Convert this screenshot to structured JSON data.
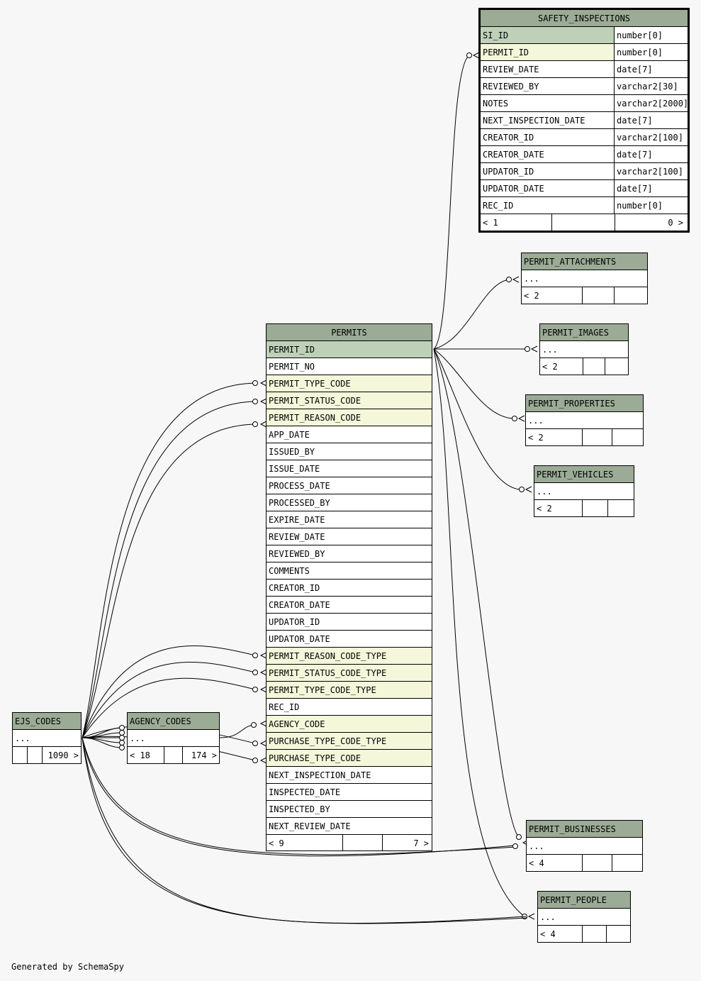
{
  "footer": "Generated by SchemaSpy",
  "safety_inspections": {
    "name": "SAFETY_INSPECTIONS",
    "columns": [
      {
        "name": "SI_ID",
        "type": "number[0]"
      },
      {
        "name": "PERMIT_ID",
        "type": "number[0]"
      },
      {
        "name": "REVIEW_DATE",
        "type": "date[7]"
      },
      {
        "name": "REVIEWED_BY",
        "type": "varchar2[30]"
      },
      {
        "name": "NOTES",
        "type": "varchar2[2000]"
      },
      {
        "name": "NEXT_INSPECTION_DATE",
        "type": "date[7]"
      },
      {
        "name": "CREATOR_ID",
        "type": "varchar2[100]"
      },
      {
        "name": "CREATOR_DATE",
        "type": "date[7]"
      },
      {
        "name": "UPDATOR_ID",
        "type": "varchar2[100]"
      },
      {
        "name": "UPDATOR_DATE",
        "type": "date[7]"
      },
      {
        "name": "REC_ID",
        "type": "number[0]"
      }
    ],
    "parents": "< 1",
    "children": "0 >"
  },
  "permits": {
    "name": "PERMITS",
    "columns": [
      "PERMIT_ID",
      "PERMIT_NO",
      "PERMIT_TYPE_CODE",
      "PERMIT_STATUS_CODE",
      "PERMIT_REASON_CODE",
      "APP_DATE",
      "ISSUED_BY",
      "ISSUE_DATE",
      "PROCESS_DATE",
      "PROCESSED_BY",
      "EXPIRE_DATE",
      "REVIEW_DATE",
      "REVIEWED_BY",
      "COMMENTS",
      "CREATOR_ID",
      "CREATOR_DATE",
      "UPDATOR_ID",
      "UPDATOR_DATE",
      "PERMIT_REASON_CODE_TYPE",
      "PERMIT_STATUS_CODE_TYPE",
      "PERMIT_TYPE_CODE_TYPE",
      "REC_ID",
      "AGENCY_CODE",
      "PURCHASE_TYPE_CODE_TYPE",
      "PURCHASE_TYPE_CODE",
      "NEXT_INSPECTION_DATE",
      "INSPECTED_DATE",
      "INSPECTED_BY",
      "NEXT_REVIEW_DATE"
    ],
    "parents": "< 9",
    "children": "7 >"
  },
  "permit_attachments": {
    "name": "PERMIT_ATTACHMENTS",
    "ellipsis": "...",
    "parents": "< 2"
  },
  "permit_images": {
    "name": "PERMIT_IMAGES",
    "ellipsis": "...",
    "parents": "< 2"
  },
  "permit_properties": {
    "name": "PERMIT_PROPERTIES",
    "ellipsis": "...",
    "parents": "< 2"
  },
  "permit_vehicles": {
    "name": "PERMIT_VEHICLES",
    "ellipsis": "...",
    "parents": "< 2"
  },
  "permit_businesses": {
    "name": "PERMIT_BUSINESSES",
    "ellipsis": "...",
    "parents": "< 4"
  },
  "permit_people": {
    "name": "PERMIT_PEOPLE",
    "ellipsis": "...",
    "parents": "< 4"
  },
  "ejs_codes": {
    "name": "EJS_CODES",
    "ellipsis": "...",
    "children": "1090 >"
  },
  "agency_codes": {
    "name": "AGENCY_CODES",
    "ellipsis": "...",
    "parents": "< 18",
    "children": "174 >"
  },
  "colors": {
    "header": "#9bab96",
    "primary_key": "#bed1b8",
    "foreign_key": "#f4f7da",
    "background": "#f7f7f7"
  }
}
